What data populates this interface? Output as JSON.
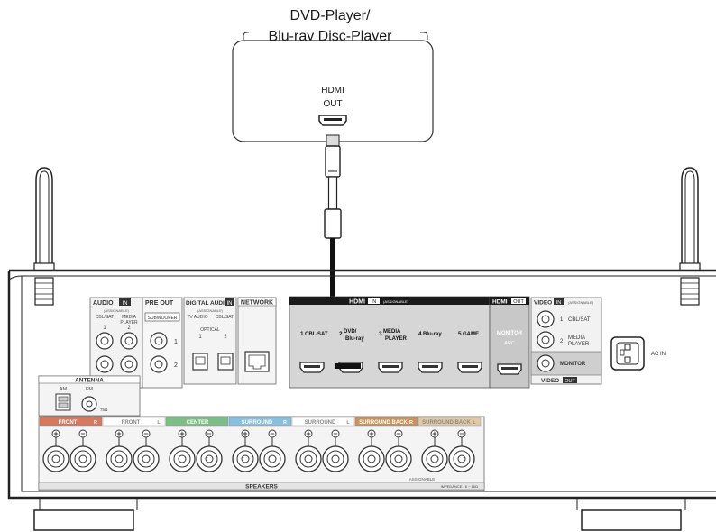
{
  "source_device": {
    "title_line1": "DVD-Player/",
    "title_line2": "Blu-ray Disc-Player",
    "hdmi_line1": "HDMI",
    "hdmi_line2": "OUT"
  },
  "receiver": {
    "audio_in": {
      "heading": "AUDIO",
      "heading_in": "IN",
      "sub": "(ASSIGNABLE)",
      "col1": "CBL/SAT",
      "col2a": "MEDIA",
      "col2b": "PLAYER",
      "num1": "1",
      "num2": "2"
    },
    "pre_out": {
      "heading": "PRE OUT",
      "sub": "SUBWOOFER",
      "num1": "1",
      "num2": "2"
    },
    "digital_audio": {
      "heading": "DIGITAL AUDIO",
      "heading_in": "IN",
      "sub": "(ASSIGNABLE)",
      "col1": "TV AUDIO",
      "col2": "CBL/SAT",
      "optical": "OPTICAL",
      "num1": "1",
      "num2": "2"
    },
    "network": {
      "heading": "NETWORK"
    },
    "hdmi_in": {
      "heading": "HDMI",
      "heading_in": "IN",
      "sub": "(ASSIGNABLE)",
      "inputs": [
        {
          "num": "1",
          "line1": "CBL/SAT",
          "line2": ""
        },
        {
          "num": "2",
          "line1": "DVD/",
          "line2": "Blu-ray"
        },
        {
          "num": "3",
          "line1": "MEDIA",
          "line2": "PLAYER"
        },
        {
          "num": "4",
          "line1": "Blu-ray",
          "line2": ""
        },
        {
          "num": "5",
          "line1": "GAME",
          "line2": ""
        }
      ]
    },
    "hdmi_out": {
      "heading": "HDMI",
      "heading_out": "OUT",
      "monitor": "MONITOR",
      "arc": "ARC"
    },
    "video": {
      "heading": "VIDEO",
      "heading_in": "IN",
      "sub": "(ASSIGNABLE)",
      "in1_num": "1",
      "in1_label": "CBL/SAT",
      "in2_num": "2",
      "in2_line1": "MEDIA",
      "in2_line2": "PLAYER",
      "monitor": "MONITOR",
      "footer": "VIDEO",
      "footer_out": "OUT"
    },
    "ac_in": "AC IN",
    "antenna": {
      "heading": "ANTENNA",
      "am": "AM",
      "fm": "FM",
      "fm_ohm": "75Ω"
    },
    "speakers": {
      "heading": "SPEAKERS",
      "assignable": "ASSIGNABLE",
      "impedance": "IMPEDANCE : 6 ~ 16Ω",
      "channels": [
        {
          "label": "FRONT",
          "tag": "R",
          "color": "#d9775c"
        },
        {
          "label": "FRONT",
          "tag": "L",
          "color": "#ffffff"
        },
        {
          "label": "CENTER",
          "tag": "",
          "color": "#7cbf86"
        },
        {
          "label": "SURROUND",
          "tag": "R",
          "color": "#86c0e0"
        },
        {
          "label": "SURROUND",
          "tag": "L",
          "color": "#ffffff"
        },
        {
          "label": "SURROUND BACK",
          "tag": "R",
          "color": "#c9935a"
        },
        {
          "label": "SURROUND BACK",
          "tag": "L",
          "color": "#e2c9a6"
        }
      ]
    }
  },
  "colors": {
    "hdmi_panel": "#d6d6d6",
    "highlight": "#e8e8e8"
  }
}
